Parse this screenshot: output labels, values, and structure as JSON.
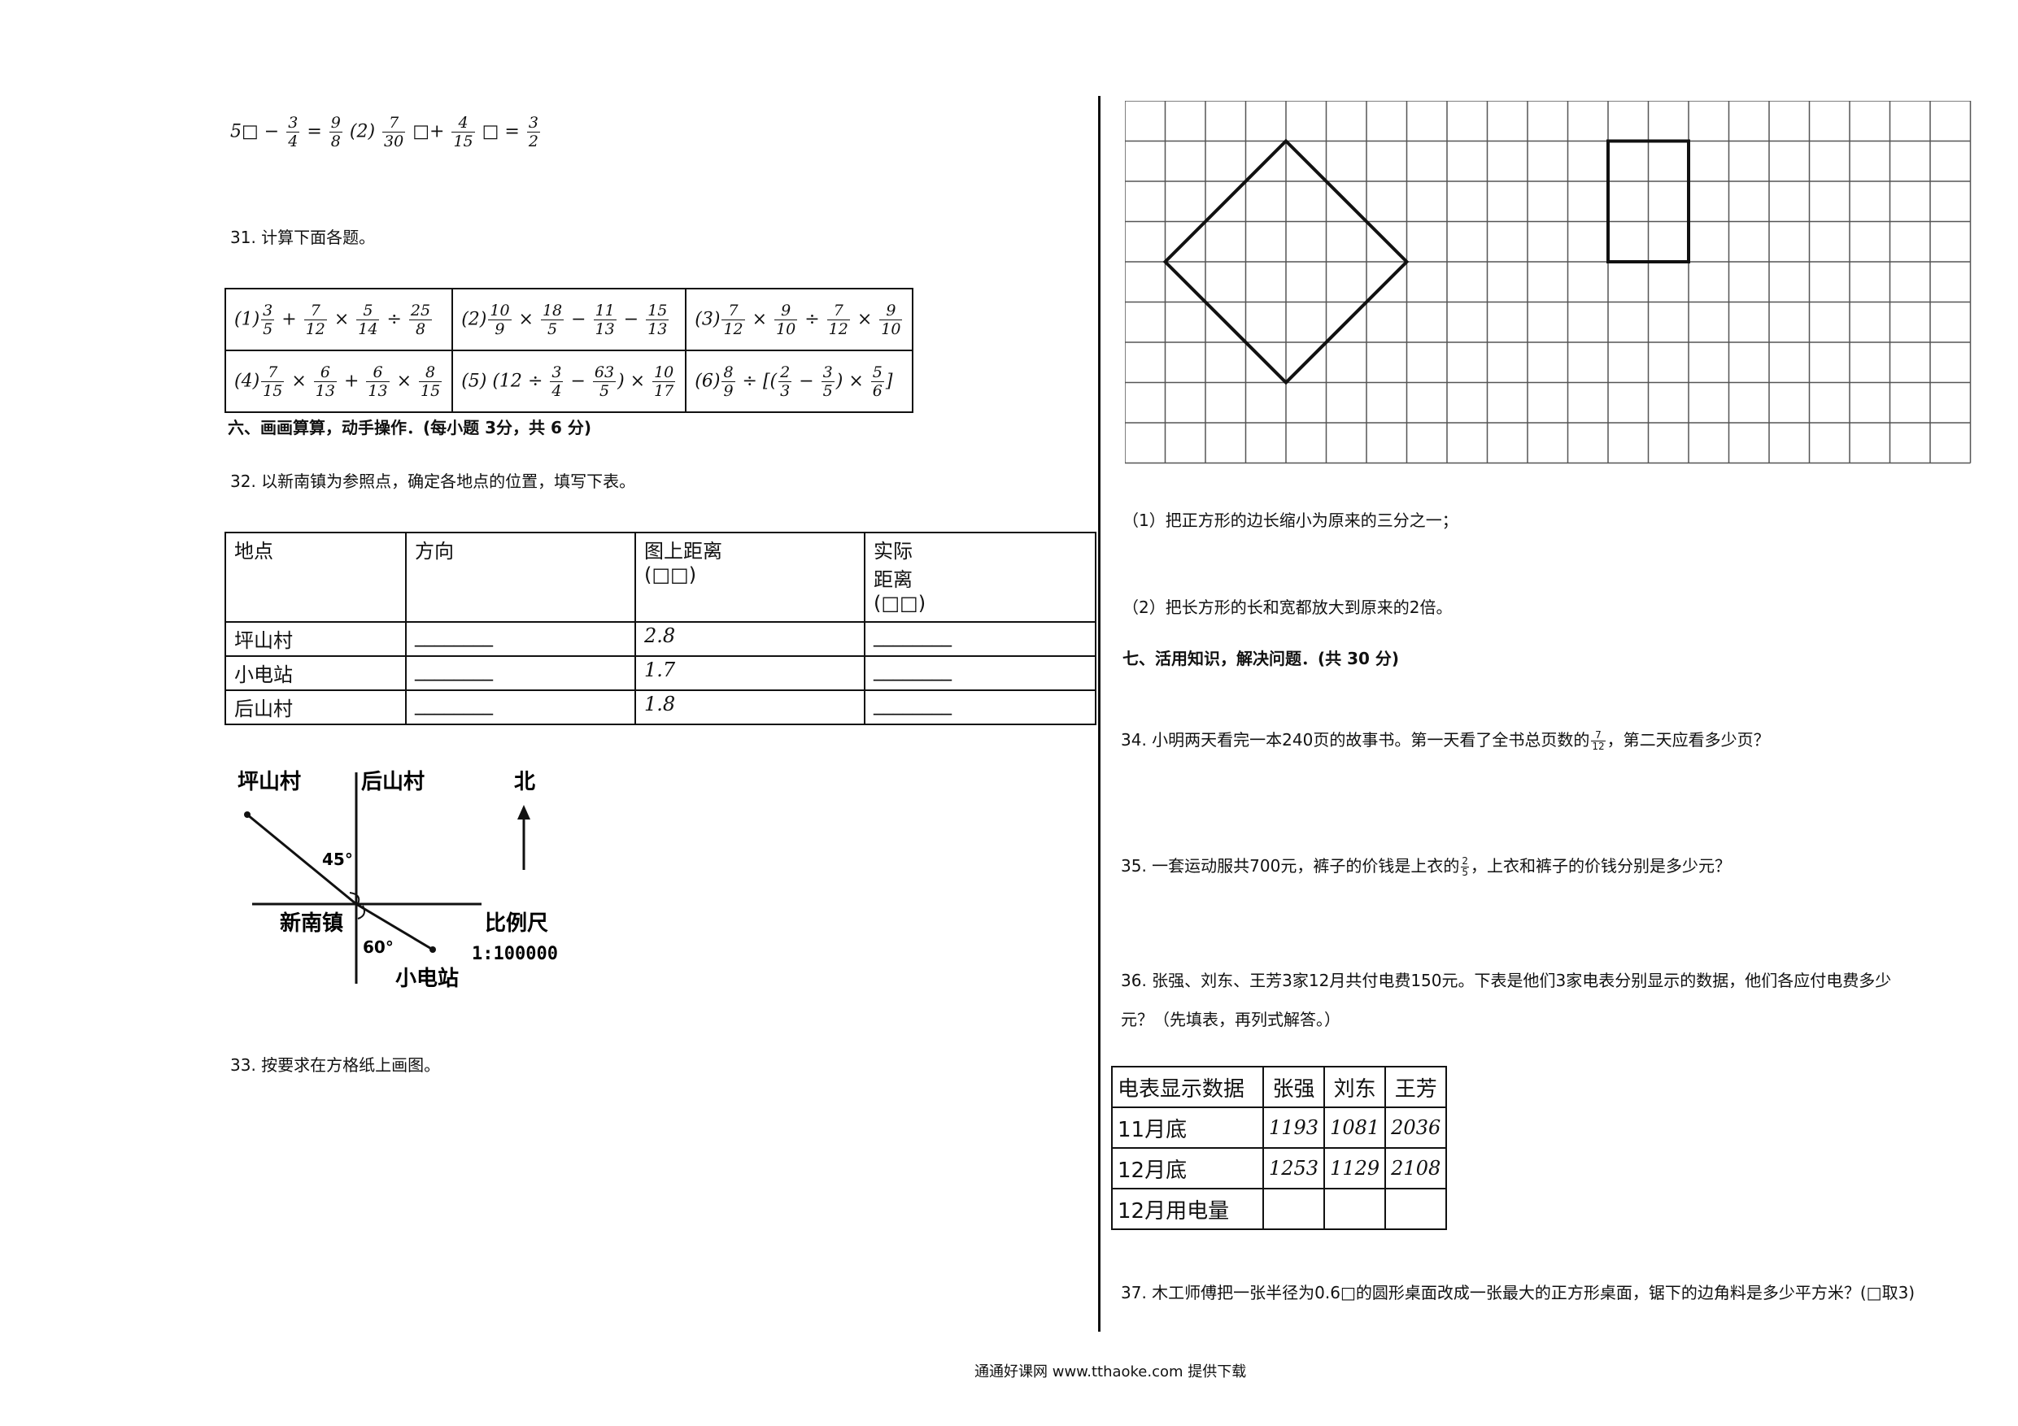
{
  "left": {
    "q30_tail": {
      "prefix": "5□",
      "eq1": "= ",
      "eq1_val_n": "9",
      "eq1_val_d": "8",
      "part2": "(2)",
      "f1n": "7",
      "f1d": "30",
      "op": "□+",
      "f2n": "4",
      "f2d": "15",
      "eq2": "□ =",
      "f3n": "3",
      "f3d": "2",
      "f0n": "3",
      "f0d": "4",
      "minus": "−"
    },
    "q31": {
      "title": "31. 计算下面各题。"
    },
    "calc": [
      {
        "label": "(1)",
        "expr": "3/5 + 7/12 × 5/14 ÷ 25/8"
      },
      {
        "label": "(2)",
        "expr": "10/9 × 18/5 − 11/13 − 15/13"
      },
      {
        "label": "(3)",
        "expr": "7/12 × 9/10 ÷ 7/12 × 9/10"
      },
      {
        "label": "(4)",
        "expr": "7/15 × 6/13 + 6/13 × 8/15"
      },
      {
        "label": "(5)",
        "expr": "(12 ÷ 3/4 − 63/5) × 10/17"
      },
      {
        "label": "(6)",
        "expr": "8/9 ÷ [(2/3 − 3/5) × 5/6]"
      }
    ],
    "sec6": "六、画画算算，动手操作．(每小题 3分，共 6 分)",
    "q32": "32. 以新南镇为参照点，确定各地点的位置，填写下表。",
    "loc_table": {
      "headers": [
        "地点",
        "方向",
        "图上距离",
        "实际"
      ],
      "header_sub2": "(□□)",
      "header_sub3a": "距离",
      "header_sub3b": "(□□)",
      "rows": [
        {
          "place": "坪山村",
          "dir": "________",
          "dist": "2.8",
          "real": "________"
        },
        {
          "place": "小电站",
          "dir": "________",
          "dist": "1.7",
          "real": "________"
        },
        {
          "place": "后山村",
          "dir": "________",
          "dist": "1.8",
          "real": "________"
        }
      ]
    },
    "map": {
      "p1": "坪山村",
      "p2": "后山村",
      "p3": "北",
      "a1": "45°",
      "center": "新南镇",
      "scale_label": "比例尺",
      "a2": "60°",
      "scale": "1:100000",
      "p4": "小电站"
    },
    "q33": "33. 按要求在方格纸上画图。"
  },
  "right": {
    "inst1": "（1）把正方形的边长缩小为原来的三分之一；",
    "inst2": "（2）把长方形的长和宽都放大到原来的2倍。",
    "sec7": "七、活用知识，解决问题．(共 30 分)",
    "q34a": "34. 小明两天看完一本240页的故事书。第一天看了全书总页数的",
    "q34n": "7",
    "q34d": "12",
    "q34b": "，第二天应看多少页？",
    "q35a": "35. 一套运动服共700元，裤子的价钱是上衣的",
    "q35n": "2",
    "q35d": "5",
    "q35b": "，上衣和裤子的价钱分别是多少元？",
    "q36a": "36. 张强、刘东、王芳3家12月共付电费150元。下表是他们3家电表分别显示的数据，他们各应付电费多少",
    "q36b": "元？（先填表，再列式解答。）",
    "ele_table": {
      "headers": [
        "电表显示数据",
        "张强",
        "刘东",
        "王芳"
      ],
      "rows": [
        {
          "label": "11月底",
          "v": [
            "1193",
            "1081",
            "2036"
          ]
        },
        {
          "label": "12月底",
          "v": [
            "1253",
            "1129",
            "2108"
          ]
        },
        {
          "label": "12月用电量",
          "v": [
            "",
            "",
            ""
          ]
        }
      ]
    },
    "q37": "37. 木工师傅把一张半径为0.6□的圆形桌面改成一张最大的正方形桌面，锯下的边角料是多少平方米？(□取3)"
  },
  "footer": "通通好课网 www.tthaoke.com 提供下载"
}
